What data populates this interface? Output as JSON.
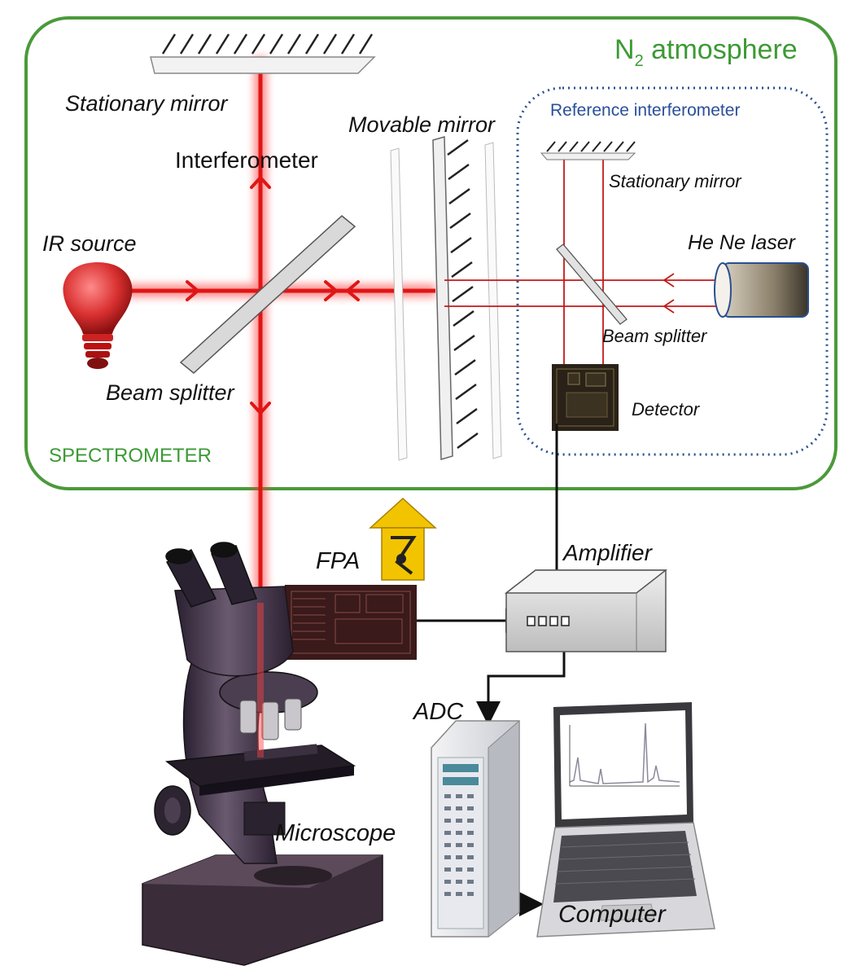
{
  "labels": {
    "n2_main": "N",
    "n2_sub": "2",
    "n2_rest": " atmosphere",
    "spectrometer": "SPECTROMETER",
    "stationary_mirror": "Stationary mirror",
    "interferometer": "Interferometer",
    "movable_mirror": "Movable mirror",
    "ir_source": "IR source",
    "beam_splitter": "Beam splitter",
    "reference_interferometer": "Reference interferometer",
    "ref_stationary_mirror": "Stationary mirror",
    "he_ne_laser": "He Ne laser",
    "ref_beam_splitter": "Beam splitter",
    "detector": "Detector",
    "fpa": "FPA",
    "amplifier": "Amplifier",
    "adc": "ADC",
    "microscope": "Microscope",
    "computer": "Computer"
  },
  "colors": {
    "spectrometer_border": "#4a9a3a",
    "spectrometer_text": "#3c9a34",
    "reference_border": "#2a4f8f",
    "reference_text": "#2a4f9a",
    "ir_beam": "#e01515",
    "laser_beam": "#c21a1a",
    "bulb": "#d93030",
    "detector_body": "#2a2218",
    "fpa_body": "#3a1a1a",
    "amplifier_body": "#d8d8d8",
    "fpa_icon": "#f2c400"
  }
}
